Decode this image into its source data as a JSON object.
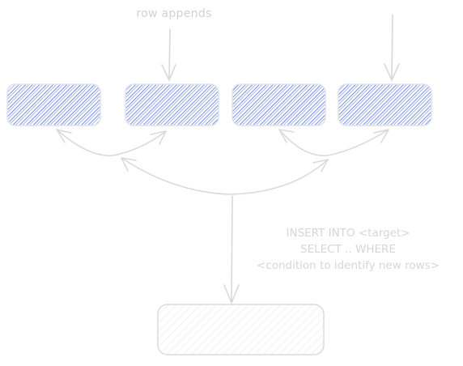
{
  "diagram": {
    "top_label": "row appends",
    "sql": {
      "line1": "INSERT INTO <target>",
      "line2": "SELECT .. WHERE",
      "line3": "<condition to identify new rows>"
    },
    "target_box_label": "",
    "colors": {
      "block_fill": "#4f6fe0",
      "block_stroke": "#dfe3ef",
      "line": "#d9d9d9",
      "text": "#d2d2d2"
    }
  }
}
